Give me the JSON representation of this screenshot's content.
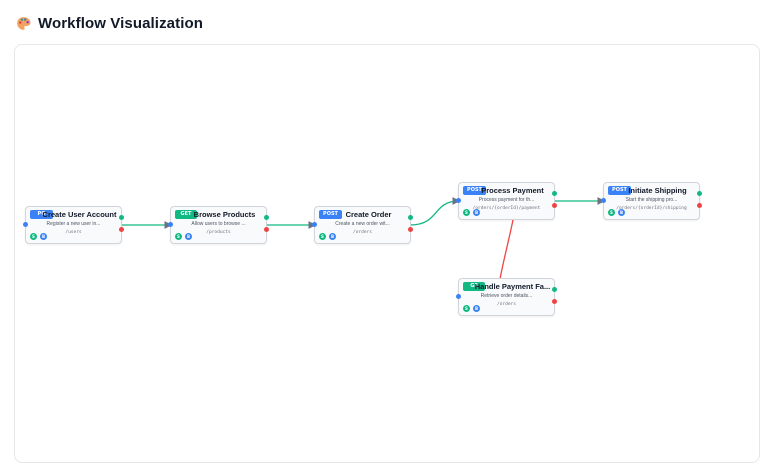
{
  "header": {
    "icon": "palette-icon",
    "title": "Workflow Visualization"
  },
  "colors": {
    "post": "#3b82f6",
    "get": "#10b981",
    "success": "#10b981",
    "error": "#ef4444",
    "edge": "#6b7280"
  },
  "nodes": [
    {
      "id": "create-user-account",
      "method": "POST",
      "method_short": "PO",
      "name": "Create User Account",
      "description": "Register a new user in...",
      "path": "/users",
      "chip_s": "S",
      "chip_b": "B"
    },
    {
      "id": "browse-products",
      "method": "GET",
      "name": "Browse Products",
      "description": "Allow users to browse ...",
      "path": "/products",
      "chip_s": "S",
      "chip_b": "B"
    },
    {
      "id": "create-order",
      "method": "POST",
      "name": "Create Order",
      "description": "Create a new order wit...",
      "path": "/orders",
      "chip_s": "S",
      "chip_b": "B"
    },
    {
      "id": "process-payment",
      "method": "POST",
      "name": "Process Payment",
      "description": "Process payment for th...",
      "path": "/orders/{orderId}/payment",
      "chip_s": "S",
      "chip_b": "B"
    },
    {
      "id": "initiate-shipping",
      "method": "POST",
      "name": "Initiate Shipping",
      "description": "Start the shipping pro...",
      "path": "/orders/{orderId}/shipping",
      "chip_s": "S",
      "chip_b": "B"
    },
    {
      "id": "handle-payment-failure",
      "method": "GET",
      "method_short": "GE",
      "name": "Handle Payment Fa...",
      "description": "Retrieve order details...",
      "path": "/orders",
      "chip_s": "S",
      "chip_b": "B"
    }
  ]
}
